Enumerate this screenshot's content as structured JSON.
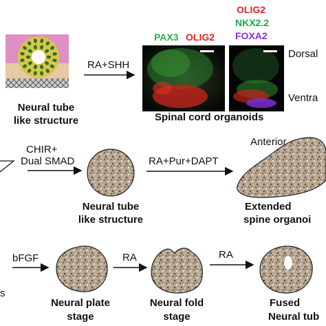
{
  "colors": {
    "pax3": "#22b14c",
    "olig2": "#e8211d",
    "nkx22": "#1aa84a",
    "foxa2": "#8a2be2",
    "text": "#111111",
    "matrix_pink": "#e08fc4",
    "tissue_tan": "#e7c9a4"
  },
  "row1": {
    "structure_label": [
      "Neural tube",
      "like structure"
    ],
    "arrow_label": "RA+SHH",
    "panel1_markers": [
      "PAX3",
      "OLIG2"
    ],
    "panel2_markers": [
      "OLIG2",
      "NKX2.2",
      "FOXA2"
    ],
    "dorsal_label": "Dorsal",
    "ventral_label": "Ventra",
    "result_label": "Spinal cord organoids"
  },
  "row2": {
    "arrow1_label": [
      "CHIR+",
      "Dual SMAD"
    ],
    "stage1_label": [
      "Neural tube",
      "like structure"
    ],
    "arrow2_label": "RA+Pur+DAPT",
    "anterior_label": "Anterior",
    "stage2_label": [
      "Extended",
      "spine organoi"
    ]
  },
  "row3": {
    "left_cut_label": "s",
    "arrow1_label": "bFGF",
    "stage1_label": [
      "Neural plate",
      "stage"
    ],
    "arrow2_label": "RA",
    "stage2_label": [
      "Neural fold",
      "stage"
    ],
    "arrow3_label": "RA",
    "stage3_label": [
      "Fused",
      "Neural tub"
    ]
  }
}
